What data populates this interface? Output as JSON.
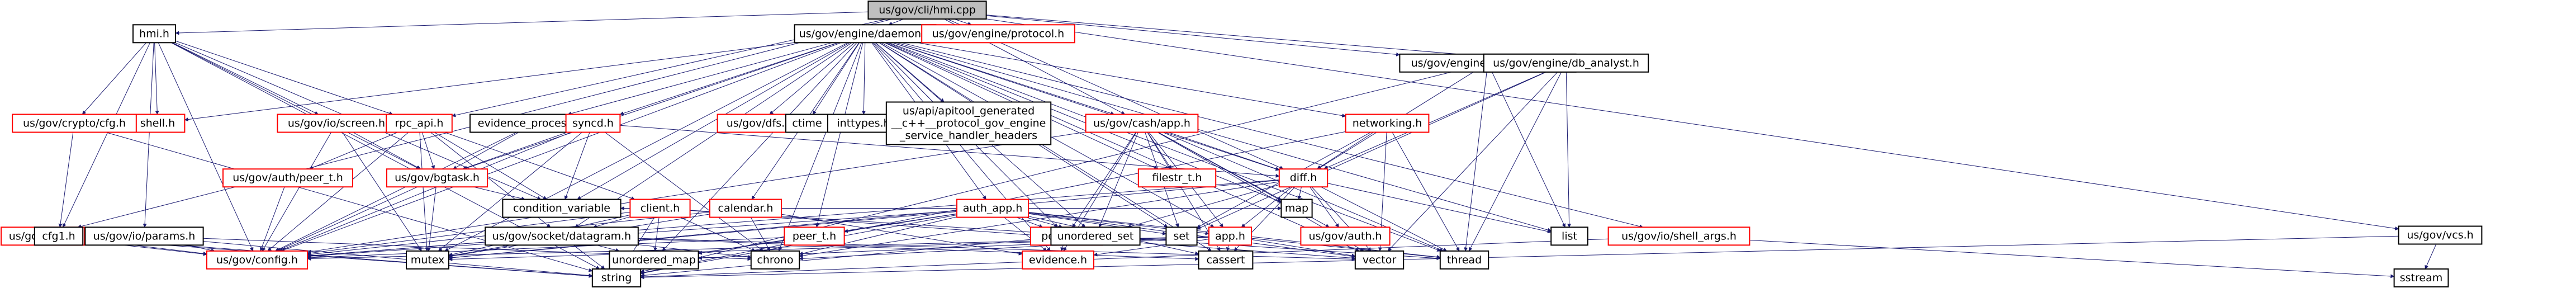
{
  "diagram": {
    "type": "include-dependency-graph",
    "colors": {
      "edge": "#191970",
      "root_fill": "#bfbfbf",
      "normal_border": "#000000",
      "link_border": "#ff0000",
      "node_fill": "#ffffff"
    },
    "nodes": [
      {
        "id": "root",
        "label": "us/gov/cli/hmi.cpp",
        "style": "root"
      },
      {
        "id": "hmi_h",
        "label": "hmi.h",
        "style": "normal"
      },
      {
        "id": "daemon_h",
        "label": "us/gov/engine/daemon.h",
        "style": "normal"
      },
      {
        "id": "protocol_h",
        "label": "us/gov/engine/protocol.h",
        "style": "link"
      },
      {
        "id": "grid_analyst_h",
        "label": "us/gov/engine/grid_analyst.h",
        "style": "normal"
      },
      {
        "id": "db_analyst_h",
        "label": "us/gov/engine/db_analyst.h",
        "style": "normal"
      },
      {
        "id": "vcs_h",
        "label": "us/gov/vcs.h",
        "style": "normal"
      },
      {
        "id": "gov_h",
        "label": "us/gov/gov.h",
        "style": "link"
      },
      {
        "id": "shell_h",
        "label": "shell.h",
        "style": "link"
      },
      {
        "id": "cfg_h",
        "label": "us/gov/crypto/cfg.h",
        "style": "link"
      },
      {
        "id": "cfg1_h",
        "label": "cfg1.h",
        "style": "normal"
      },
      {
        "id": "params_h",
        "label": "us/gov/io/params.h",
        "style": "normal"
      },
      {
        "id": "screen_h",
        "label": "us/gov/io/screen.h",
        "style": "link"
      },
      {
        "id": "peer_t_h",
        "label": "us/gov/auth/peer_t.h",
        "style": "link"
      },
      {
        "id": "rpc_api_h",
        "label": "rpc_api.h",
        "style": "link"
      },
      {
        "id": "evidence_processor_h",
        "label": "evidence_processor.h",
        "style": "normal"
      },
      {
        "id": "bgtask_h",
        "label": "us/gov/bgtask.h",
        "style": "link"
      },
      {
        "id": "syncd_h",
        "label": "syncd.h",
        "style": "link"
      },
      {
        "id": "client_h",
        "label": "client.h",
        "style": "link"
      },
      {
        "id": "calendar_h",
        "label": "calendar.h",
        "style": "link"
      },
      {
        "id": "dfs_h",
        "label": "us/gov/dfs.h",
        "style": "link"
      },
      {
        "id": "ctime",
        "label": "ctime",
        "style": "normal"
      },
      {
        "id": "inttypes_h",
        "label": "inttypes.h",
        "style": "normal"
      },
      {
        "id": "gen_handlers_h",
        "label": "us/api/apitool_generated\n__c++__protocol_gov_engine\n_service_handler_headers",
        "style": "normal"
      },
      {
        "id": "cash_app_h",
        "label": "us/gov/cash/app.h",
        "style": "link"
      },
      {
        "id": "auth_app_h",
        "label": "auth_app.h",
        "style": "link"
      },
      {
        "id": "networking_h",
        "label": "networking.h",
        "style": "link"
      },
      {
        "id": "diff_h",
        "label": "diff.h",
        "style": "link"
      },
      {
        "id": "filestr_h",
        "label": "filestr_t.h",
        "style": "link"
      },
      {
        "id": "policies_h",
        "label": "policies.h",
        "style": "link"
      },
      {
        "id": "peer_t2_h",
        "label": "peer_t.h",
        "style": "link"
      },
      {
        "id": "datagram_h",
        "label": "us/gov/socket/datagram.h",
        "style": "normal"
      },
      {
        "id": "condvar",
        "label": "condition_variable",
        "style": "normal"
      },
      {
        "id": "app_h",
        "label": "app.h",
        "style": "link"
      },
      {
        "id": "auth_h",
        "label": "us/gov/auth.h",
        "style": "link"
      },
      {
        "id": "unordered_set",
        "label": "unordered_set",
        "style": "normal"
      },
      {
        "id": "set",
        "label": "set",
        "style": "normal"
      },
      {
        "id": "map",
        "label": "map",
        "style": "normal"
      },
      {
        "id": "list",
        "label": "list",
        "style": "normal"
      },
      {
        "id": "shell_args_h",
        "label": "us/gov/io/shell_args.h",
        "style": "link"
      },
      {
        "id": "config_h",
        "label": "us/gov/config.h",
        "style": "link"
      },
      {
        "id": "mutex",
        "label": "mutex",
        "style": "normal"
      },
      {
        "id": "unordered_map",
        "label": "unordered_map",
        "style": "normal"
      },
      {
        "id": "chrono",
        "label": "chrono",
        "style": "normal"
      },
      {
        "id": "evidence_h",
        "label": "evidence.h",
        "style": "link"
      },
      {
        "id": "cassert",
        "label": "cassert",
        "style": "normal"
      },
      {
        "id": "vector",
        "label": "vector",
        "style": "normal"
      },
      {
        "id": "thread",
        "label": "thread",
        "style": "normal"
      },
      {
        "id": "string",
        "label": "string",
        "style": "normal"
      },
      {
        "id": "sstream",
        "label": "sstream",
        "style": "normal"
      }
    ],
    "edges": [
      [
        "root",
        "hmi_h"
      ],
      [
        "root",
        "daemon_h"
      ],
      [
        "root",
        "protocol_h"
      ],
      [
        "root",
        "grid_analyst_h"
      ],
      [
        "root",
        "db_analyst_h"
      ],
      [
        "root",
        "vcs_h"
      ],
      [
        "root",
        "gov_h"
      ],
      [
        "root",
        "rpc_api_h"
      ],
      [
        "root",
        "cash_app_h"
      ],
      [
        "root",
        "diff_h"
      ],
      [
        "hmi_h",
        "shell_h"
      ],
      [
        "hmi_h",
        "cfg_h"
      ],
      [
        "hmi_h",
        "params_h"
      ],
      [
        "hmi_h",
        "screen_h"
      ],
      [
        "hmi_h",
        "rpc_api_h"
      ],
      [
        "hmi_h",
        "bgtask_h"
      ],
      [
        "hmi_h",
        "config_h"
      ],
      [
        "hmi_h",
        "string"
      ],
      [
        "hmi_h",
        "cfg1_h"
      ],
      [
        "hmi_h",
        "condvar"
      ],
      [
        "daemon_h",
        "evidence_processor_h"
      ],
      [
        "daemon_h",
        "syncd_h"
      ],
      [
        "daemon_h",
        "dfs_h"
      ],
      [
        "daemon_h",
        "ctime"
      ],
      [
        "daemon_h",
        "inttypes_h"
      ],
      [
        "daemon_h",
        "gen_handlers_h"
      ],
      [
        "daemon_h",
        "cash_app_h"
      ],
      [
        "daemon_h",
        "auth_app_h"
      ],
      [
        "daemon_h",
        "networking_h"
      ],
      [
        "daemon_h",
        "calendar_h"
      ],
      [
        "daemon_h",
        "datagram_h"
      ],
      [
        "daemon_h",
        "peer_t2_h"
      ],
      [
        "daemon_h",
        "filestr_h"
      ],
      [
        "daemon_h",
        "policies_h"
      ],
      [
        "daemon_h",
        "app_h"
      ],
      [
        "daemon_h",
        "diff_h"
      ],
      [
        "daemon_h",
        "shell_args_h"
      ],
      [
        "daemon_h",
        "bgtask_h"
      ],
      [
        "daemon_h",
        "unordered_set"
      ],
      [
        "daemon_h",
        "set"
      ],
      [
        "daemon_h",
        "map"
      ],
      [
        "daemon_h",
        "list"
      ],
      [
        "daemon_h",
        "vector"
      ],
      [
        "daemon_h",
        "thread"
      ],
      [
        "daemon_h",
        "cassert"
      ],
      [
        "daemon_h",
        "evidence_h"
      ],
      [
        "daemon_h",
        "chrono"
      ],
      [
        "daemon_h",
        "unordered_map"
      ],
      [
        "daemon_h",
        "mutex"
      ],
      [
        "daemon_h",
        "config_h"
      ],
      [
        "daemon_h",
        "condvar"
      ],
      [
        "daemon_h",
        "shell_h"
      ],
      [
        "grid_analyst_h",
        "diff_h"
      ],
      [
        "grid_analyst_h",
        "list"
      ],
      [
        "grid_analyst_h",
        "thread"
      ],
      [
        "grid_analyst_h",
        "string"
      ],
      [
        "db_analyst_h",
        "diff_h"
      ],
      [
        "db_analyst_h",
        "list"
      ],
      [
        "db_analyst_h",
        "thread"
      ],
      [
        "db_analyst_h",
        "set"
      ],
      [
        "db_analyst_h",
        "vector"
      ],
      [
        "vcs_h",
        "string"
      ],
      [
        "vcs_h",
        "sstream"
      ],
      [
        "gov_h",
        "config_h"
      ],
      [
        "gov_h",
        "string"
      ],
      [
        "cfg_h",
        "cfg1_h"
      ],
      [
        "cfg_h",
        "string"
      ],
      [
        "cfg1_h",
        "config_h"
      ],
      [
        "cfg1_h",
        "string"
      ],
      [
        "params_h",
        "config_h"
      ],
      [
        "params_h",
        "string"
      ],
      [
        "params_h",
        "chrono"
      ],
      [
        "screen_h",
        "mutex"
      ],
      [
        "screen_h",
        "bgtask_h"
      ],
      [
        "screen_h",
        "config_h"
      ],
      [
        "peer_t_h",
        "config_h"
      ],
      [
        "rpc_api_h",
        "bgtask_h"
      ],
      [
        "rpc_api_h",
        "client_h"
      ],
      [
        "rpc_api_h",
        "datagram_h"
      ],
      [
        "rpc_api_h",
        "mutex"
      ],
      [
        "rpc_api_h",
        "config_h"
      ],
      [
        "rpc_api_h",
        "peer_t_h"
      ],
      [
        "rpc_api_h",
        "condvar"
      ],
      [
        "evidence_processor_h",
        "bgtask_h"
      ],
      [
        "evidence_processor_h",
        "config_h"
      ],
      [
        "bgtask_h",
        "condvar"
      ],
      [
        "bgtask_h",
        "mutex"
      ],
      [
        "bgtask_h",
        "config_h"
      ],
      [
        "syncd_h",
        "bgtask_h"
      ],
      [
        "syncd_h",
        "diff_h"
      ],
      [
        "syncd_h",
        "condvar"
      ],
      [
        "syncd_h",
        "chrono"
      ],
      [
        "syncd_h",
        "config_h"
      ],
      [
        "syncd_h",
        "mutex"
      ],
      [
        "client_h",
        "datagram_h"
      ],
      [
        "client_h",
        "string"
      ],
      [
        "client_h",
        "condvar"
      ],
      [
        "client_h",
        "unordered_map"
      ],
      [
        "client_h",
        "chrono"
      ],
      [
        "client_h",
        "config_h"
      ],
      [
        "client_h",
        "mutex"
      ],
      [
        "client_h",
        "thread"
      ],
      [
        "client_h",
        "vector"
      ],
      [
        "calendar_h",
        "chrono"
      ],
      [
        "calendar_h",
        "config_h"
      ],
      [
        "calendar_h",
        "mutex"
      ],
      [
        "calendar_h",
        "map"
      ],
      [
        "calendar_h",
        "evidence_h"
      ],
      [
        "cash_app_h",
        "app_h"
      ],
      [
        "cash_app_h",
        "diff_h"
      ],
      [
        "cash_app_h",
        "filestr_h"
      ],
      [
        "cash_app_h",
        "unordered_set"
      ],
      [
        "cash_app_h",
        "set"
      ],
      [
        "cash_app_h",
        "map"
      ],
      [
        "cash_app_h",
        "vector"
      ],
      [
        "cash_app_h",
        "thread"
      ],
      [
        "cash_app_h",
        "cassert"
      ],
      [
        "cash_app_h",
        "evidence_h"
      ],
      [
        "cash_app_h",
        "config_h"
      ],
      [
        "cash_app_h",
        "policies_h"
      ],
      [
        "cash_app_h",
        "auth_h"
      ],
      [
        "auth_app_h",
        "app_h"
      ],
      [
        "auth_app_h",
        "peer_t2_h"
      ],
      [
        "auth_app_h",
        "policies_h"
      ],
      [
        "auth_app_h",
        "set"
      ],
      [
        "auth_app_h",
        "unordered_set"
      ],
      [
        "auth_app_h",
        "mutex"
      ],
      [
        "auth_app_h",
        "chrono"
      ],
      [
        "auth_app_h",
        "unordered_map"
      ],
      [
        "auth_app_h",
        "config_h"
      ],
      [
        "auth_app_h",
        "evidence_h"
      ],
      [
        "auth_app_h",
        "cassert"
      ],
      [
        "auth_app_h",
        "string"
      ],
      [
        "auth_app_h",
        "vector"
      ],
      [
        "auth_app_h",
        "thread"
      ],
      [
        "auth_app_h",
        "map"
      ],
      [
        "networking_h",
        "diff_h"
      ],
      [
        "networking_h",
        "set"
      ],
      [
        "networking_h",
        "vector"
      ],
      [
        "networking_h",
        "thread"
      ],
      [
        "networking_h",
        "string"
      ],
      [
        "diff_h",
        "app_h"
      ],
      [
        "diff_h",
        "auth_h"
      ],
      [
        "diff_h",
        "map"
      ],
      [
        "diff_h",
        "vector"
      ],
      [
        "diff_h",
        "thread"
      ],
      [
        "diff_h",
        "cassert"
      ],
      [
        "diff_h",
        "list"
      ],
      [
        "diff_h",
        "chrono"
      ],
      [
        "diff_h",
        "mutex"
      ],
      [
        "diff_h",
        "config_h"
      ],
      [
        "diff_h",
        "unordered_set"
      ],
      [
        "policies_h",
        "evidence_h"
      ],
      [
        "policies_h",
        "string"
      ],
      [
        "peer_t2_h",
        "unordered_map"
      ],
      [
        "peer_t2_h",
        "config_h"
      ],
      [
        "datagram_h",
        "config_h"
      ],
      [
        "datagram_h",
        "string"
      ],
      [
        "datagram_h",
        "vector"
      ],
      [
        "datagram_h",
        "mutex"
      ],
      [
        "datagram_h",
        "chrono"
      ],
      [
        "datagram_h",
        "unordered_map"
      ],
      [
        "datagram_h",
        "cassert"
      ],
      [
        "app_h",
        "mutex"
      ],
      [
        "app_h",
        "chrono"
      ],
      [
        "app_h",
        "evidence_h"
      ],
      [
        "app_h",
        "cassert"
      ],
      [
        "app_h",
        "vector"
      ],
      [
        "app_h",
        "thread"
      ],
      [
        "app_h",
        "unordered_map"
      ],
      [
        "app_h",
        "config_h"
      ],
      [
        "shell_args_h",
        "string"
      ],
      [
        "shell_args_h",
        "sstream"
      ]
    ]
  }
}
